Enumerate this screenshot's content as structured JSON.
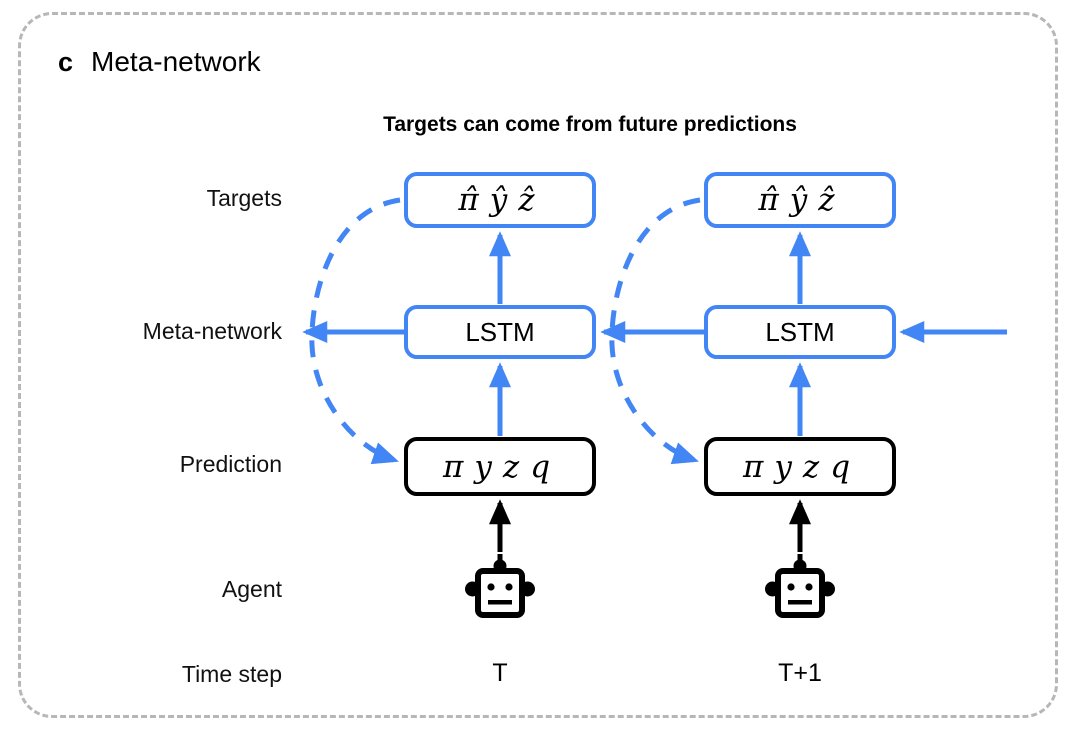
{
  "panel": {
    "letter": "c",
    "title": "Meta-network",
    "subtitle": "Targets can come from future predictions",
    "border_color": "#b7b7b7",
    "accent_color": "#4285f4"
  },
  "row_labels": {
    "targets": "Targets",
    "meta_network": "Meta-network",
    "prediction": "Prediction",
    "agent": "Agent",
    "time_step": "Time step"
  },
  "columns": [
    {
      "time_step": "T",
      "targets": {
        "symbols": [
          "π̂",
          "ŷ",
          "ẑ"
        ],
        "border": "#4285f4"
      },
      "meta_network": {
        "label": "LSTM",
        "border": "#4285f4"
      },
      "prediction": {
        "symbols": [
          "π",
          "y",
          "z",
          "q"
        ],
        "border": "#000000"
      },
      "agent": {
        "icon": "robot-icon"
      }
    },
    {
      "time_step": "T+1",
      "targets": {
        "symbols": [
          "π̂",
          "ŷ",
          "ẑ"
        ],
        "border": "#4285f4"
      },
      "meta_network": {
        "label": "LSTM",
        "border": "#4285f4"
      },
      "prediction": {
        "symbols": [
          "π",
          "y",
          "z",
          "q"
        ],
        "border": "#000000"
      },
      "agent": {
        "icon": "robot-icon"
      }
    }
  ],
  "edges": {
    "prediction_to_lstm": {
      "style": "solid",
      "color": "#4285f4",
      "direction": "up"
    },
    "lstm_to_targets": {
      "style": "solid",
      "color": "#4285f4",
      "direction": "up"
    },
    "agent_to_prediction": {
      "style": "solid",
      "color": "#000000",
      "direction": "up"
    },
    "lstm_recurrent": {
      "style": "solid",
      "color": "#4285f4",
      "direction": "left"
    },
    "targets_to_prediction": {
      "style": "dashed",
      "color": "#4285f4",
      "direction": "curve-left-down"
    }
  }
}
